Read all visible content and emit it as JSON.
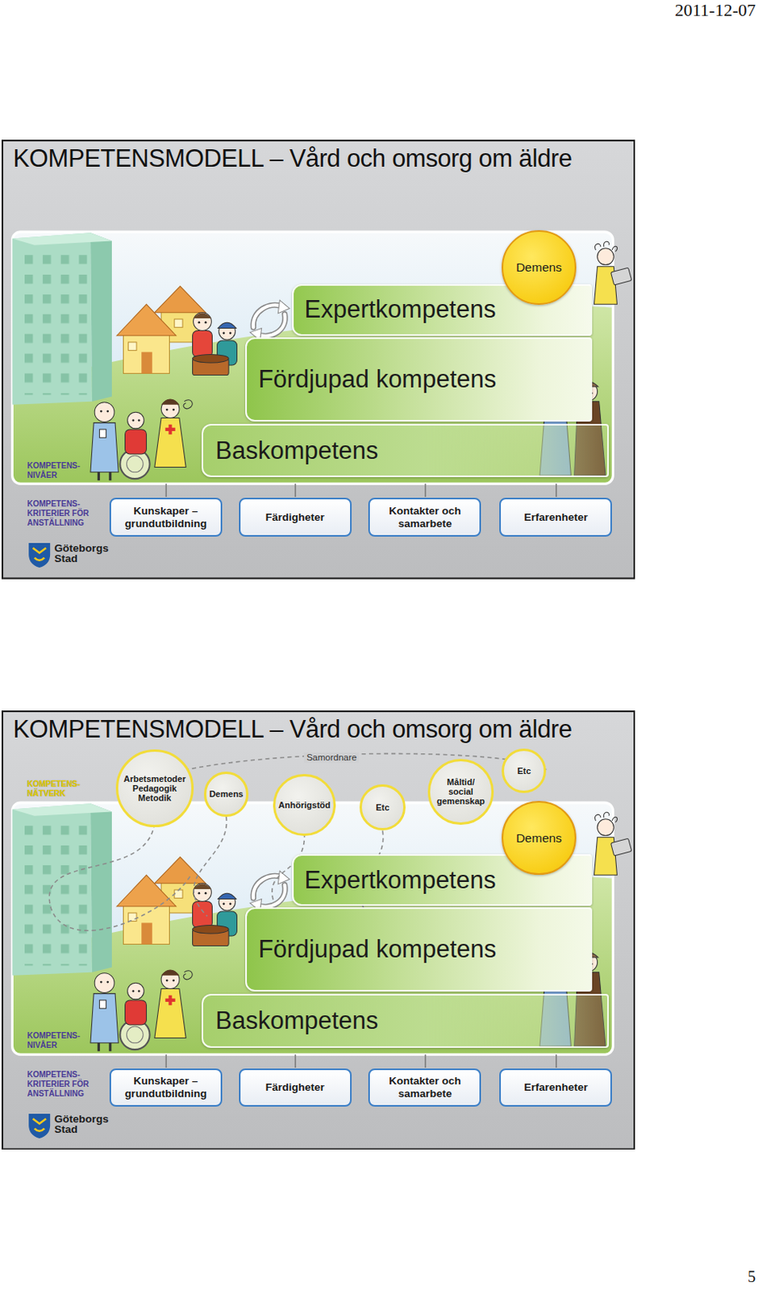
{
  "diagram": {
    "nodes": [
      {
        "text": [
          "KOMPETENSMODELL – Vård och omsorg om äldre"
        ]
      },
      {
        "text": [
          "Demens"
        ],
        "in": 0
      },
      {
        "text": [
          "Expertkompetens"
        ],
        "in": 0
      },
      {
        "text": [
          "Fördjupad kompetens"
        ],
        "in": 0
      },
      {
        "text": [
          "Baskompetens"
        ],
        "in": 0
      },
      {
        "text": [
          "Kunskaper – grundutbildning"
        ],
        "in": 0
      },
      {
        "text": [
          "Färdigheter"
        ],
        "in": 0
      },
      {
        "text": [
          "Kontakter och samarbete"
        ],
        "in": 0
      },
      {
        "text": [
          "Erfarenheter"
        ],
        "in": 0
      },
      {
        "text": [
          "KOMPETENSMODELL – Vård och omsorg om äldre"
        ]
      },
      {
        "text": [
          "Arbetsmetoder Pedagogik Metodik"
        ],
        "in": 9
      },
      {
        "text": [
          "Demens"
        ],
        "in": 9
      },
      {
        "text": [
          "Anhörigstöd"
        ],
        "in": 9
      },
      {
        "text": [
          "Etc"
        ],
        "in": 9
      },
      {
        "text": [
          "Måltid/ social gemenskap"
        ],
        "in": 9
      },
      {
        "text": [
          "Etc"
        ],
        "in": 9
      },
      {
        "text": [
          "Demens"
        ],
        "in": 9
      },
      {
        "text": [
          "Expertkompetens"
        ],
        "in": 9
      },
      {
        "text": [
          "Fördjupad kompetens"
        ],
        "in": 9
      },
      {
        "text": [
          "Baskompetens"
        ],
        "in": 9
      },
      {
        "text": [
          "Kunskaper – grundutbildning"
        ],
        "in": 9
      },
      {
        "text": [
          "Färdigheter"
        ],
        "in": 9
      },
      {
        "text": [
          "Kontakter och samarbete"
        ],
        "in": 9
      },
      {
        "text": [
          "Erfarenheter"
        ],
        "in": 9
      }
    ],
    "labels": [
      "2011-12-07",
      "KOMPETENS- NIVÅER",
      "KOMPETENS- KRITERIER FÖR ANSTÄLLNING",
      "Göteborgs Stad",
      "KOMPETENS- NÄTVERK",
      "Samordnare",
      "KOMPETENS- NIVÅER",
      "KOMPETENS- KRITERIER FÖR ANSTÄLLNING",
      "Göteborgs Stad",
      "5"
    ]
  }
}
